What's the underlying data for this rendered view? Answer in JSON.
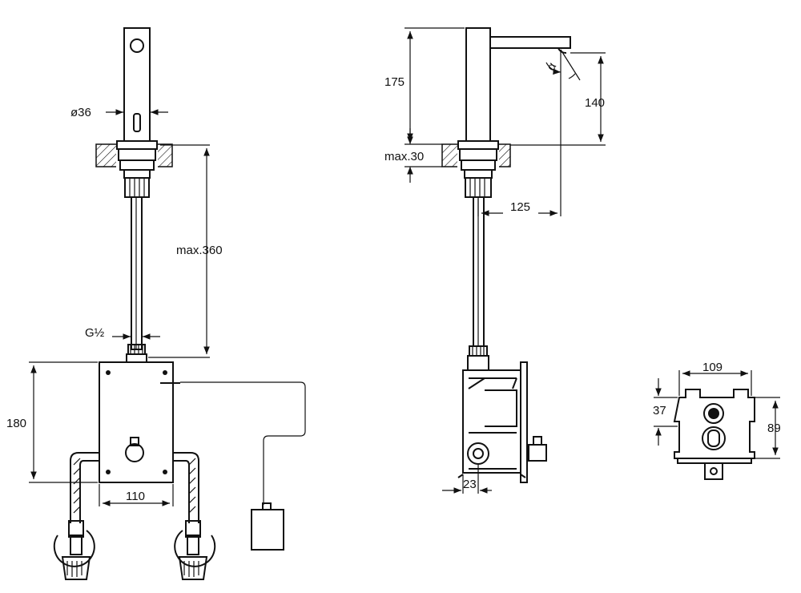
{
  "dimensions": {
    "diameter": "ø36",
    "max_360": "max.360",
    "thread": "G½",
    "height_180": "180",
    "width_110": "110",
    "height_175": "175",
    "max_30": "max.30",
    "height_140": "140",
    "reach_125": "125",
    "depth_23": "23",
    "width_109": "109",
    "height_37": "37",
    "height_89": "89",
    "angle": "α"
  },
  "colors": {
    "line": "#111111",
    "background": "#ffffff"
  }
}
